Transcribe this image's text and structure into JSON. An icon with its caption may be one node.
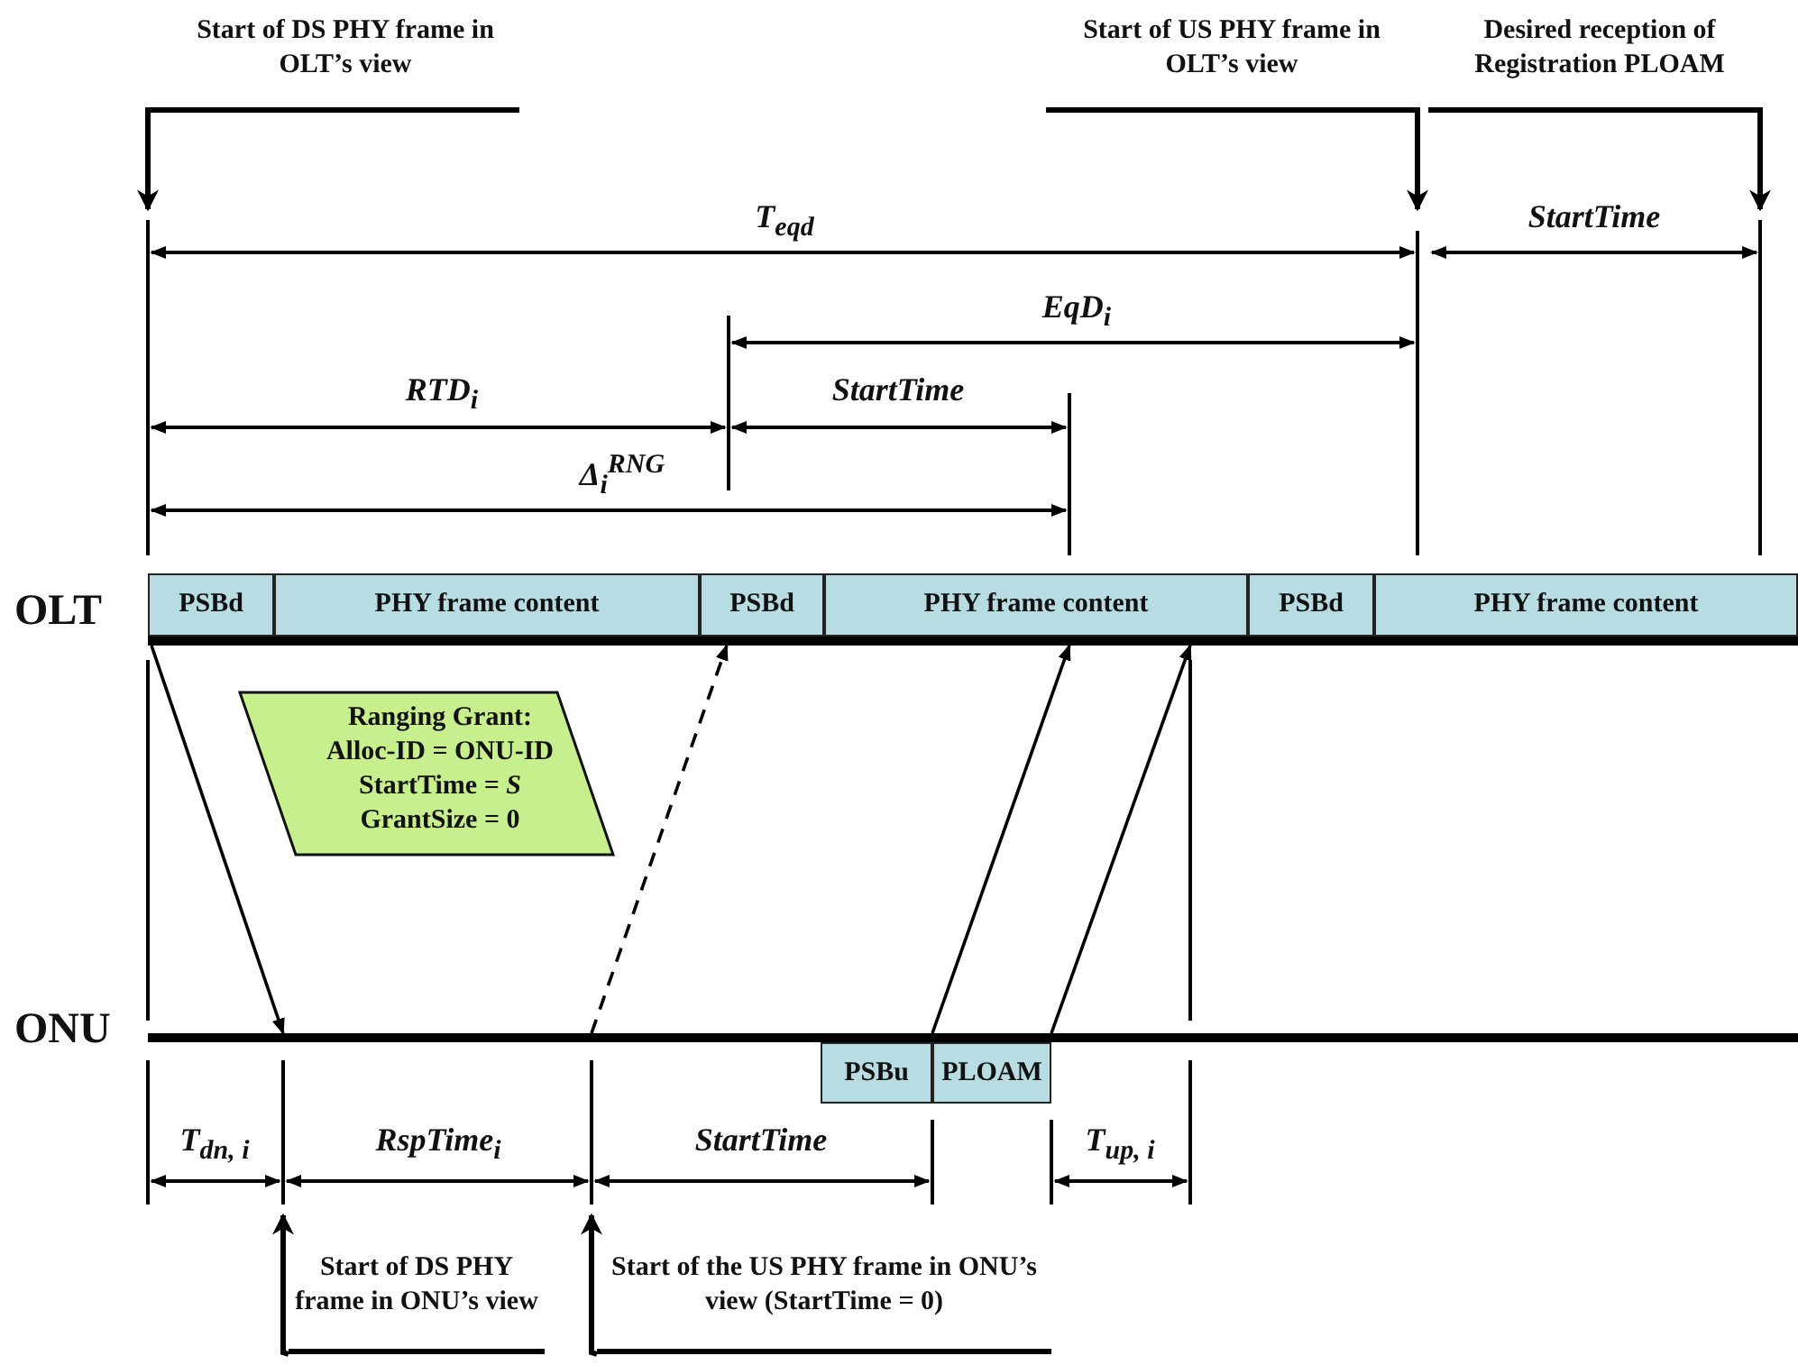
{
  "diagram": {
    "nodes": [
      {
        "text": [
          "Start of DS PHY frame in OLT’s view"
        ]
      },
      {
        "text": [
          "Start of US PHY frame in OLT’s view"
        ]
      },
      {
        "text": [
          "Desired reception of Registration PLOAM"
        ]
      },
      {
        "text": [],
        "shape": "bar",
        "beside": [
          "OLT"
        ]
      },
      {
        "text": [
          "PSBd"
        ]
      },
      {
        "text": [
          "PHY frame content"
        ]
      },
      {
        "text": [
          "PSBd"
        ]
      },
      {
        "text": [
          "PHY frame content"
        ]
      },
      {
        "text": [
          "PSBd"
        ]
      },
      {
        "text": [
          "PHY frame content"
        ]
      },
      {
        "text": [
          "Ranging Grant:",
          "Alloc-ID = ONU-ID",
          "StartTime = *S*",
          "GrantSize = 0"
        ]
      },
      {
        "text": [],
        "shape": "bar",
        "beside": [
          "ONU"
        ]
      },
      {
        "text": [
          "PSBu"
        ]
      },
      {
        "text": [
          "PLOAM"
        ]
      },
      {
        "text": [
          "Start of DS PHY frame in ONU’s view"
        ]
      },
      {
        "text": [
          "Start of the US PHY frame in ONU’s view (StartTime = 0)"
        ]
      }
    ],
    "edges": [
      {
        "from": 0,
        "to": null,
        "arrow": "to"
      },
      {
        "from": 1,
        "to": null,
        "arrow": "to"
      },
      {
        "from": 2,
        "to": null,
        "arrow": "to"
      },
      {
        "from": 3,
        "to": 11,
        "arrow": "to"
      },
      {
        "from": 11,
        "to": 3,
        "arrow": "to",
        "style": "dashed"
      },
      {
        "from": 11,
        "to": 3,
        "arrow": "to"
      },
      {
        "from": 11,
        "to": 3,
        "arrow": "to"
      },
      {
        "from": 14,
        "to": null,
        "arrow": "to"
      },
      {
        "from": 15,
        "to": null,
        "arrow": "to"
      }
    ],
    "labels": [
      "T$_{eqd}$",
      "StartTime",
      "EqD$_{i}$",
      "RTD$_{i}$",
      "StartTime",
      "Δ$_{i}$$^{RNG}$",
      "T$_{dn, i}$",
      "RspTime$_{i}$",
      "StartTime",
      "T$_{up, i}$"
    ]
  }
}
